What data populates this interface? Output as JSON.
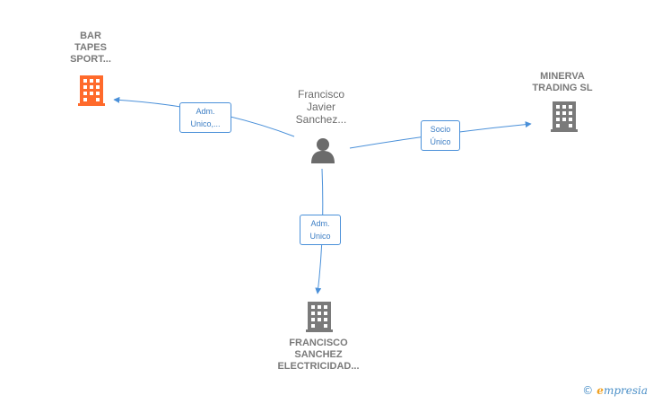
{
  "colors": {
    "edge": "#4a90d9",
    "building_highlight": "#ff6a2b",
    "building": "#7a7a7a",
    "person": "#6b6b6b"
  },
  "center": {
    "label": "Francisco\nJavier\nSanchez...",
    "icon": "person-icon"
  },
  "companies": [
    {
      "id": "bar",
      "label": "BAR\nTAPES\nSPORT...",
      "icon": "building-icon",
      "highlight": true
    },
    {
      "id": "minerva",
      "label": "MINERVA\nTRADING  SL",
      "icon": "building-icon",
      "highlight": false
    },
    {
      "id": "francisco",
      "label": "FRANCISCO\nSANCHEZ\nELECTRICIDAD...",
      "icon": "building-icon",
      "highlight": false
    }
  ],
  "edges": [
    {
      "to": "bar",
      "label": "Adm.\nUnico,..."
    },
    {
      "to": "minerva",
      "label": "Socio\nÚnico"
    },
    {
      "to": "francisco",
      "label": "Adm.\nUnico"
    }
  ],
  "footer": {
    "copyright": "©",
    "brand_initial": "e",
    "brand_rest": "mpresia"
  }
}
